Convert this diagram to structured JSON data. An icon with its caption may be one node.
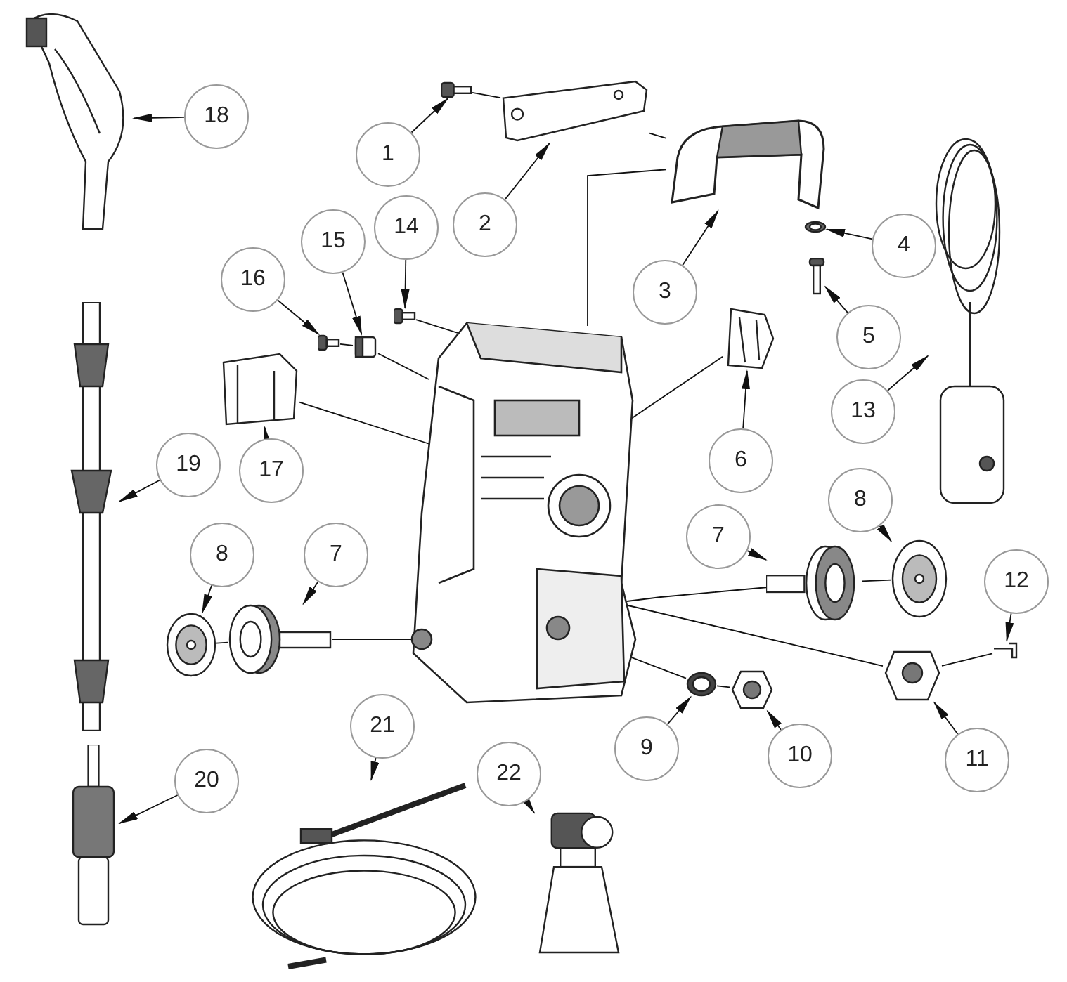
{
  "diagram": {
    "nodes": [
      {
        "text": [
          "1"
        ]
      },
      {
        "text": [
          "2"
        ]
      },
      {
        "text": [
          "3"
        ]
      },
      {
        "text": [
          "4"
        ]
      },
      {
        "text": [
          "5"
        ]
      },
      {
        "text": [
          "6"
        ]
      },
      {
        "text": [
          "7"
        ]
      },
      {
        "text": [
          "8"
        ]
      },
      {
        "text": [
          "12"
        ]
      },
      {
        "text": [
          "11"
        ]
      },
      {
        "text": [
          "10"
        ]
      },
      {
        "text": [
          "9"
        ]
      },
      {
        "text": [
          "7"
        ]
      },
      {
        "text": [
          "8"
        ]
      },
      {
        "text": [
          "17"
        ]
      },
      {
        "text": [
          "16"
        ]
      },
      {
        "text": [
          "15"
        ]
      },
      {
        "text": [
          "14"
        ]
      },
      {
        "text": [
          "13"
        ]
      },
      {
        "text": [
          "18"
        ]
      },
      {
        "text": [
          "19"
        ]
      },
      {
        "text": [
          "20"
        ]
      },
      {
        "text": [
          "21"
        ]
      },
      {
        "text": [
          "22"
        ]
      },
      {
        "text": [],
        "shape": "picture"
      },
      {
        "text": [],
        "shape": "picture"
      },
      {
        "text": [],
        "shape": "picture"
      },
      {
        "text": [],
        "shape": "picture"
      },
      {
        "text": [],
        "shape": "picture"
      },
      {
        "text": [],
        "shape": "picture"
      },
      {
        "text": [],
        "shape": "picture"
      },
      {
        "text": [],
        "shape": "picture"
      },
      {
        "text": [],
        "shape": "picture"
      },
      {
        "text": [],
        "shape": "picture"
      },
      {
        "text": [],
        "shape": "picture"
      },
      {
        "text": [],
        "shape": "picture"
      },
      {
        "text": [],
        "shape": "picture"
      },
      {
        "text": [],
        "shape": "picture"
      },
      {
        "text": [],
        "shape": "picture"
      },
      {
        "text": [],
        "shape": "picture"
      },
      {
        "text": [],
        "shape": "picture"
      },
      {
        "text": [],
        "shape": "picture"
      },
      {
        "text": [],
        "shape": "picture"
      },
      {
        "text": [],
        "shape": "picture"
      },
      {
        "text": [],
        "shape": "picture"
      },
      {
        "text": [],
        "shape": "picture"
      },
      {
        "text": [],
        "shape": "picture"
      },
      {
        "text": [],
        "shape": "picture"
      },
      {
        "text": [],
        "shape": "picture"
      }
    ],
    "edges": [
      {
        "from": 0,
        "to": 24,
        "arrow": "to"
      },
      {
        "from": 1,
        "to": 25,
        "arrow": "to"
      },
      {
        "from": 2,
        "to": 26,
        "arrow": "to"
      },
      {
        "from": 3,
        "to": 27,
        "arrow": "to"
      },
      {
        "from": 4,
        "to": 28,
        "arrow": "to"
      },
      {
        "from": 5,
        "to": 29,
        "arrow": "to"
      },
      {
        "from": 6,
        "to": 30,
        "arrow": "to"
      },
      {
        "from": 7,
        "to": 31,
        "arrow": "to"
      },
      {
        "from": 8,
        "to": 32,
        "arrow": "to"
      },
      {
        "from": 9,
        "to": 33,
        "arrow": "to"
      },
      {
        "from": 10,
        "to": 34,
        "arrow": "to"
      },
      {
        "from": 11,
        "to": 35,
        "arrow": "to"
      },
      {
        "from": 12,
        "to": 36,
        "arrow": "to"
      },
      {
        "from": 13,
        "to": 37,
        "arrow": "to"
      },
      {
        "from": 14,
        "to": 38,
        "arrow": "to"
      },
      {
        "from": 15,
        "to": 39,
        "arrow": "to"
      },
      {
        "from": 16,
        "to": 40,
        "arrow": "to"
      },
      {
        "from": 17,
        "to": 41,
        "arrow": "to"
      },
      {
        "from": 18,
        "to": 42,
        "arrow": "to"
      },
      {
        "from": 19,
        "to": 43,
        "arrow": "to"
      },
      {
        "from": 20,
        "to": 44,
        "arrow": "to"
      },
      {
        "from": 21,
        "to": 45,
        "arrow": "to"
      },
      {
        "from": 22,
        "to": 46,
        "arrow": "to"
      },
      {
        "from": 23,
        "to": 47,
        "arrow": "to"
      },
      {
        "from": 24,
        "to": 25,
        "arrow": "none"
      },
      {
        "from": 25,
        "to": 26,
        "arrow": "none"
      },
      {
        "from": 26,
        "to": 48,
        "arrow": "none"
      },
      {
        "from": 38,
        "to": 48,
        "arrow": "none"
      },
      {
        "from": 29,
        "to": 48,
        "arrow": "none"
      },
      {
        "from": 41,
        "to": 48,
        "arrow": "none"
      },
      {
        "from": 39,
        "to": 40,
        "arrow": "none"
      },
      {
        "from": 40,
        "to": 48,
        "arrow": "none"
      },
      {
        "from": 30,
        "to": 48,
        "arrow": "none"
      },
      {
        "from": 31,
        "to": 30,
        "arrow": "none"
      },
      {
        "from": 36,
        "to": 48,
        "arrow": "none"
      },
      {
        "from": 37,
        "to": 36,
        "arrow": "none"
      },
      {
        "from": 33,
        "to": 48,
        "arrow": "none"
      },
      {
        "from": 32,
        "to": 33,
        "arrow": "none"
      },
      {
        "from": 34,
        "to": 35,
        "arrow": "none"
      },
      {
        "from": 35,
        "to": 48,
        "arrow": "none"
      }
    ]
  }
}
